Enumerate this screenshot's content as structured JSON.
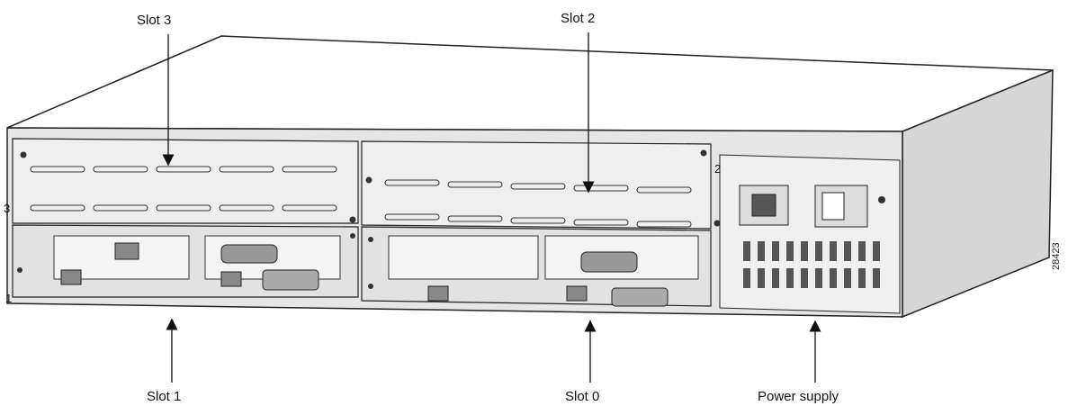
{
  "labels": {
    "slot3": "Slot 3",
    "slot2": "Slot 2",
    "slot1": "Slot 1",
    "slot0": "Slot 0",
    "power_supply": "Power supply"
  },
  "bay_numbers": {
    "slot3": "3",
    "slot2": "2",
    "slot1": "1"
  },
  "figure_id": "28423",
  "colors": {
    "line": "#222222",
    "chassis_top": "#ffffff",
    "chassis_side": "#d9d9d9",
    "chassis_front": "#e8e8e8"
  }
}
